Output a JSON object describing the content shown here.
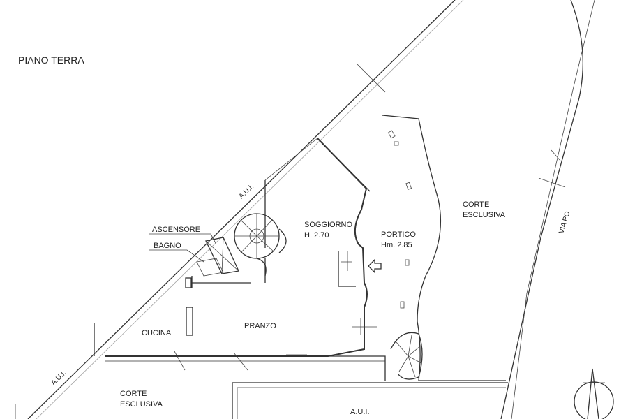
{
  "title": "PIANO TERRA",
  "rooms": {
    "soggiorno": {
      "name": "SOGGIORNO",
      "height": "H. 2.70"
    },
    "portico": {
      "name": "PORTICO",
      "height": "Hm. 2.85"
    },
    "pranzo": "PRANZO",
    "cucina": "CUCINA",
    "ascensore": "ASCENSORE",
    "bagno": "BAGNO"
  },
  "corte_right": {
    "line1": "CORTE",
    "line2": "ESCLUSIVA"
  },
  "corte_bottom": {
    "line1": "CORTE",
    "line2": "ESCLUSIVA"
  },
  "boundaries": {
    "aui_top": "A.U.I.",
    "aui_left": "A.U.I.",
    "aui_bottom": "A.U.I."
  },
  "street": "VIA PO"
}
